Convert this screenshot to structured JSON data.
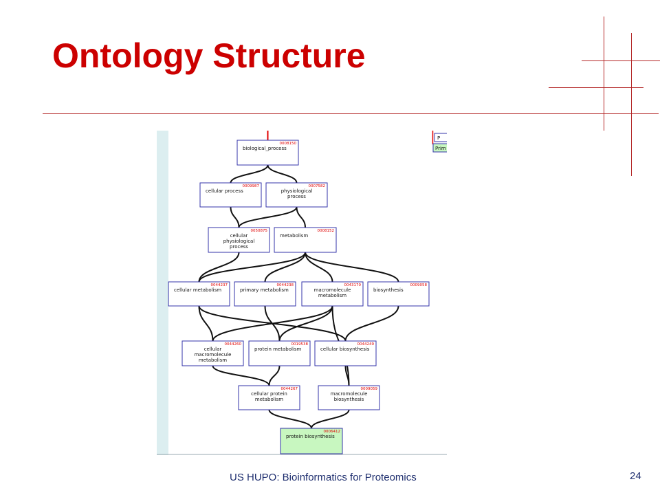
{
  "slide": {
    "title": "Ontology Structure",
    "footer": "US HUPO: Bioinformatics for Proteomics",
    "page_number": "24",
    "accent_color": "#cc0000"
  },
  "diagram": {
    "colors": {
      "node_border": "#3333aa",
      "node_id": "#e00000",
      "edge": "#111111",
      "leaf_fill": "#c8f7c0",
      "sidebar": "#dceef0"
    },
    "legend_partial": {
      "top_text": "P",
      "bottom_text": "Prim"
    },
    "nodes": [
      {
        "key": "bp",
        "id": "0008150",
        "label": [
          "biological_process"
        ]
      },
      {
        "key": "cp",
        "id": "0009987",
        "label": [
          "cellular process"
        ]
      },
      {
        "key": "pp",
        "id": "0007582",
        "label": [
          "physiological",
          "process"
        ]
      },
      {
        "key": "cpp",
        "id": "0050875",
        "label": [
          "cellular",
          "physiological",
          "process"
        ]
      },
      {
        "key": "met",
        "id": "0008152",
        "label": [
          "metabolism"
        ]
      },
      {
        "key": "cm",
        "id": "0044237",
        "label": [
          "cellular metabolism"
        ]
      },
      {
        "key": "pm",
        "id": "0044238",
        "label": [
          "primary metabolism"
        ]
      },
      {
        "key": "mm",
        "id": "0043170",
        "label": [
          "macromolecule",
          "metabolism"
        ]
      },
      {
        "key": "bs",
        "id": "0009058",
        "label": [
          "biosynthesis"
        ]
      },
      {
        "key": "cmm",
        "id": "0044260",
        "label": [
          "cellular",
          "macromolecule",
          "metabolism"
        ]
      },
      {
        "key": "prm",
        "id": "0019538",
        "label": [
          "protein metabolism"
        ]
      },
      {
        "key": "cb",
        "id": "0044249",
        "label": [
          "cellular biosynthesis"
        ]
      },
      {
        "key": "cpm",
        "id": "0044267",
        "label": [
          "cellular protein",
          "metabolism"
        ]
      },
      {
        "key": "mb",
        "id": "0009059",
        "label": [
          "macromolecule",
          "biosynthesis"
        ]
      },
      {
        "key": "pb",
        "id": "0006412",
        "label": [
          "protein biosynthesis"
        ],
        "highlight": true
      }
    ],
    "edges": [
      [
        "cp",
        "bp"
      ],
      [
        "pp",
        "bp"
      ],
      [
        "cpp",
        "cp"
      ],
      [
        "cpp",
        "pp"
      ],
      [
        "met",
        "pp"
      ],
      [
        "cm",
        "cpp"
      ],
      [
        "cm",
        "met"
      ],
      [
        "pm",
        "met"
      ],
      [
        "mm",
        "met"
      ],
      [
        "bs",
        "met"
      ],
      [
        "cmm",
        "cm"
      ],
      [
        "cmm",
        "mm"
      ],
      [
        "prm",
        "pm"
      ],
      [
        "prm",
        "mm"
      ],
      [
        "cb",
        "cm"
      ],
      [
        "cb",
        "bs"
      ],
      [
        "cpm",
        "cmm"
      ],
      [
        "cpm",
        "prm"
      ],
      [
        "mb",
        "cb"
      ],
      [
        "mb",
        "mm"
      ],
      [
        "pb",
        "cpm"
      ],
      [
        "pb",
        "mb"
      ]
    ]
  }
}
